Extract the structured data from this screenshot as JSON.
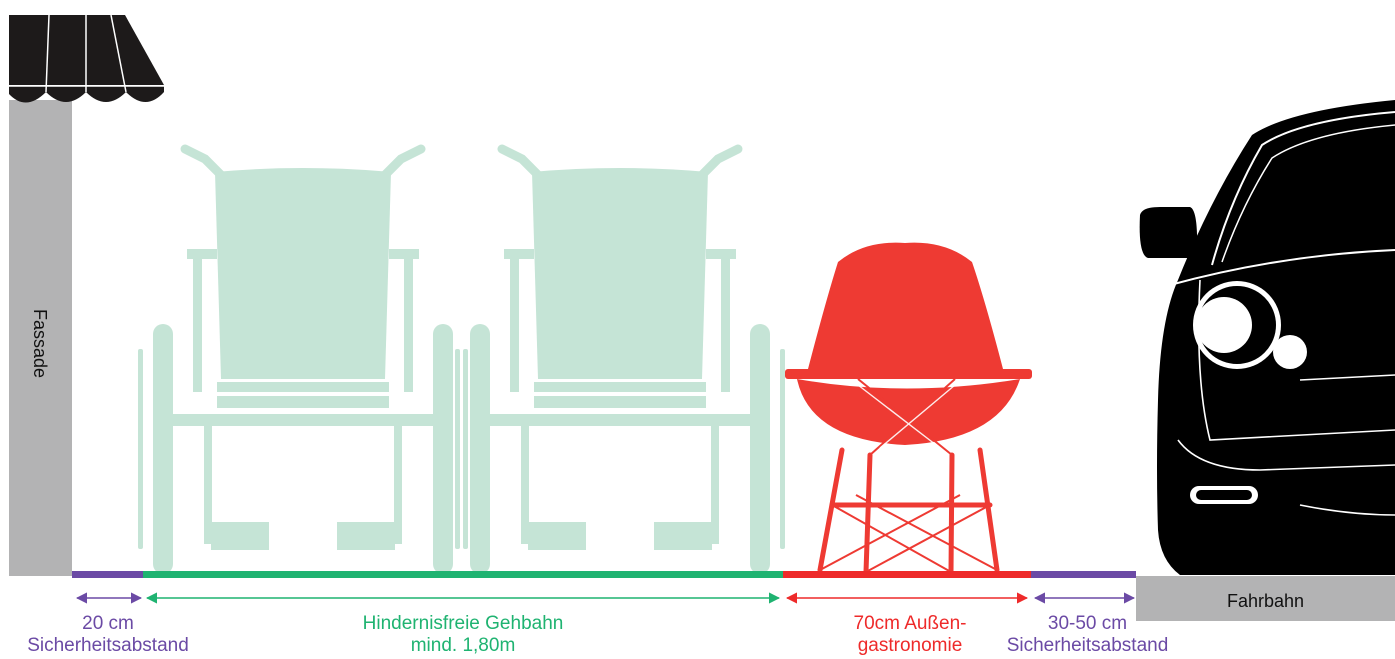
{
  "colors": {
    "facade": "#b3b3b4",
    "awning": "#1d1a1a",
    "wheelchair": "#c5e4d6",
    "chair": "#ee3a33",
    "car": "#000000",
    "road": "#b3b3b4",
    "safety_zone": "#6b4aa5",
    "walkway": "#1fb371",
    "gastro": "#ee2a2a"
  },
  "icons": [
    "awning-icon",
    "wheelchair-icon",
    "chair-icon",
    "car-icon"
  ],
  "labels": {
    "facade": "Fassade",
    "road": "Fahrbahn"
  },
  "zones": [
    {
      "id": "safety-left",
      "line1": "20 cm",
      "line2": "Sicherheitsabstand",
      "color": "#6b4aa5"
    },
    {
      "id": "walkway",
      "line1": "Hindernisfreie Gehbahn",
      "line2": "mind. 1,80m",
      "color": "#1fb371"
    },
    {
      "id": "gastro",
      "line1": "70cm Außen-",
      "line2": "gastronomie",
      "color": "#ee2a2a"
    },
    {
      "id": "safety-right",
      "line1": "30-50 cm",
      "line2": "Sicherheitsabstand",
      "color": "#6b4aa5"
    }
  ]
}
